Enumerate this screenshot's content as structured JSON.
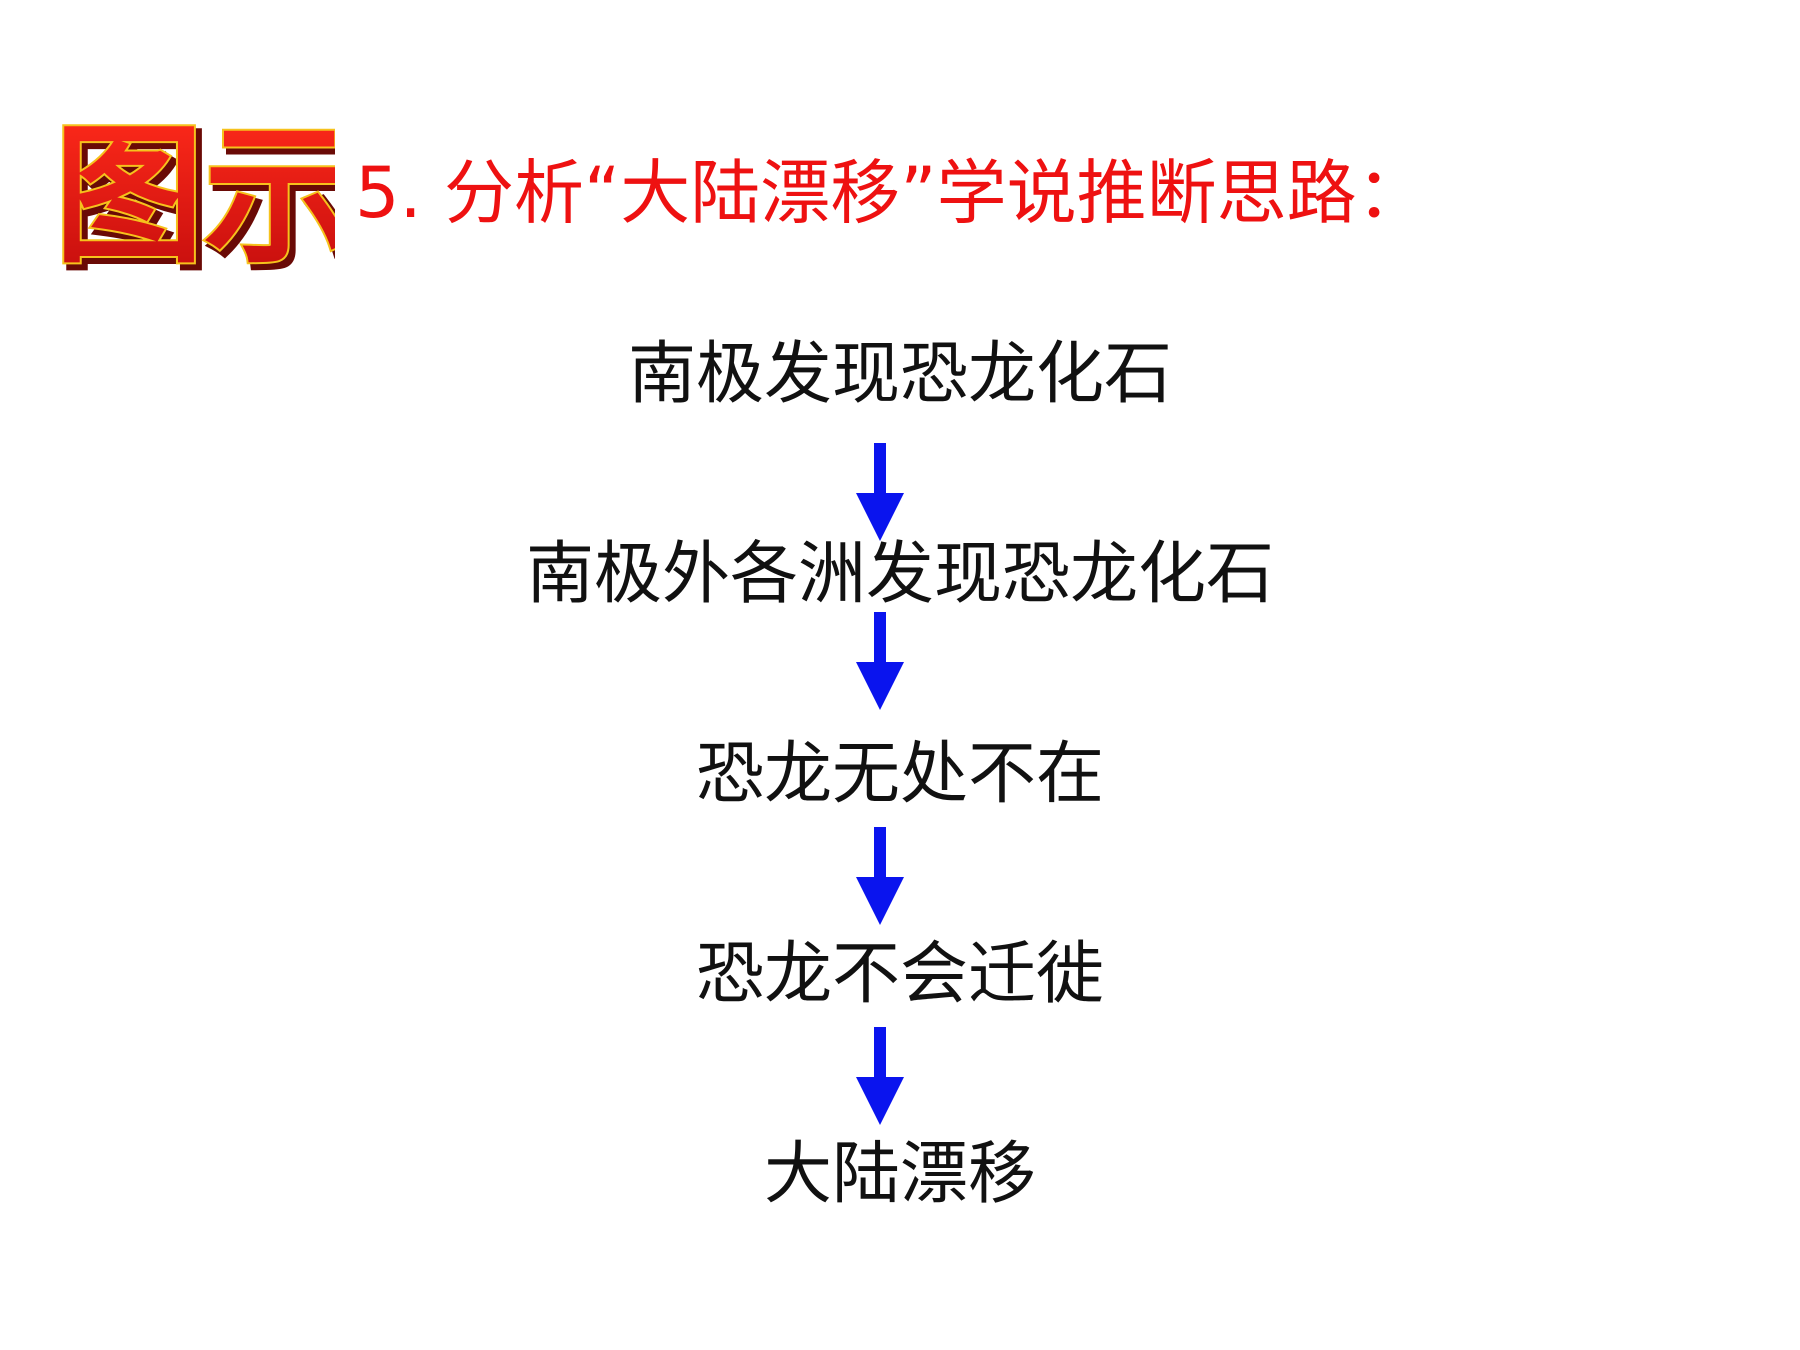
{
  "logo": {
    "text": "图示"
  },
  "title": "5. 分析“大陆漂移”学说推断思路：",
  "flow": {
    "steps": [
      "南极发现恐龙化石",
      "南极外各洲发现恐龙化石",
      "恐龙无处不在",
      "恐龙不会迁徙",
      "大陆漂移"
    ],
    "arrow_color": "#0a14ee",
    "arrow_icon": "arrow-down-icon"
  },
  "colors": {
    "title": "#ee1111",
    "logo_fill": "#e61a12",
    "logo_outline": "#f6c21c",
    "step_text": "#111111"
  }
}
